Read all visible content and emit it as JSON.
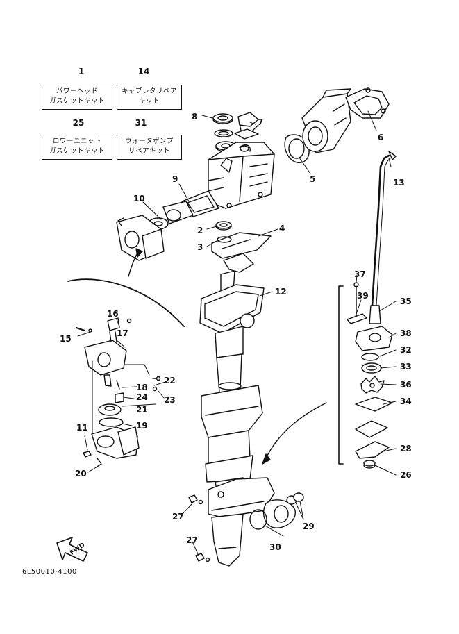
{
  "kits": [
    {
      "num": "1",
      "line1": "パワーヘッド",
      "line2": "ガスケットキット"
    },
    {
      "num": "14",
      "line1": "キャブレタリペア",
      "line2": "キット"
    },
    {
      "num": "25",
      "line1": "ロワーユニット",
      "line2": "ガスケットキット"
    },
    {
      "num": "31",
      "line1": "ウォータポンプ",
      "line2": "リペアキット"
    }
  ],
  "callouts": {
    "c2": "2",
    "c3": "3",
    "c4": "4",
    "c5": "5",
    "c6": "6",
    "c7": "7",
    "c8": "8",
    "c9": "9",
    "c10": "10",
    "c11": "11",
    "c12": "12",
    "c13": "13",
    "c15": "15",
    "c16": "16",
    "c17": "17",
    "c18": "18",
    "c19": "19",
    "c20": "20",
    "c21": "21",
    "c22": "22",
    "c23": "23",
    "c24": "24",
    "c26": "26",
    "c27a": "27",
    "c27b": "27",
    "c28": "28",
    "c29": "29",
    "c30": "30",
    "c32": "32",
    "c33": "33",
    "c34": "34",
    "c35": "35",
    "c36": "36",
    "c37": "37",
    "c38": "38",
    "c39": "39"
  },
  "fwd_label": "FWD",
  "diagram_code": "6L50010-4100"
}
